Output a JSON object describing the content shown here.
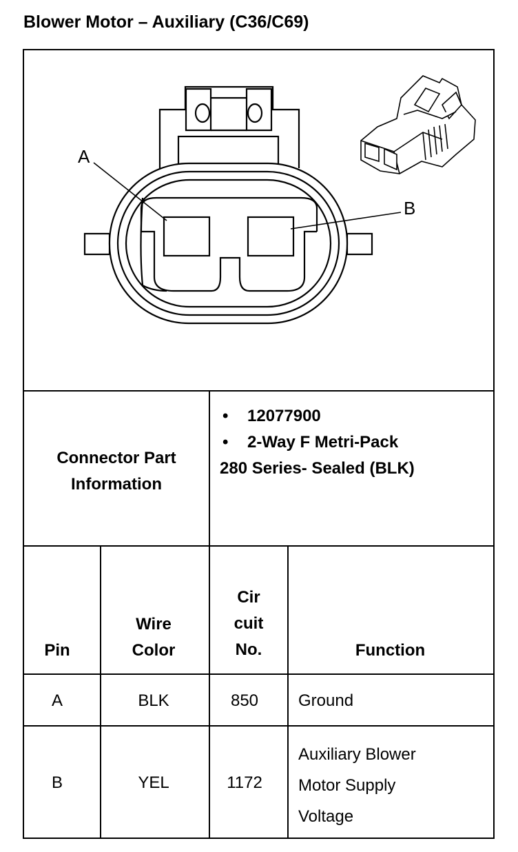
{
  "title": "Blower Motor – Auxiliary (C36/C69)",
  "diagram": {
    "pin_labels": [
      "A",
      "B"
    ]
  },
  "connector_info": {
    "label_line1": "Connector Part",
    "label_line2": "Information",
    "bullets": [
      "12077900",
      "2-Way F Metri-Pack"
    ],
    "continuation": "280 Series- Sealed (BLK)"
  },
  "table": {
    "headers": {
      "pin": "Pin",
      "wire_line1": "Wire",
      "wire_line2": "Color",
      "circuit_line1": "Cir",
      "circuit_line2": "cuit",
      "circuit_line3": "No.",
      "function": "Function"
    },
    "rows": [
      {
        "pin": "A",
        "wire": "BLK",
        "circuit": "850",
        "function_lines": [
          "Ground"
        ]
      },
      {
        "pin": "B",
        "wire": "YEL",
        "circuit": "1172",
        "function_lines": [
          "Auxiliary Blower",
          "Motor Supply",
          "Voltage"
        ]
      }
    ]
  }
}
